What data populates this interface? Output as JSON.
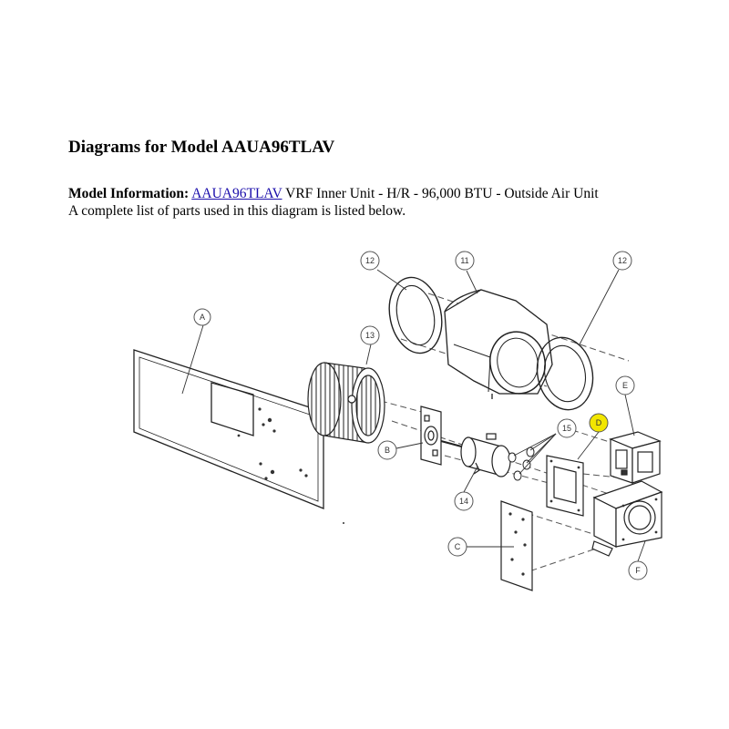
{
  "page": {
    "heading": "Diagrams for Model AAUA96TLAV",
    "model_info_label": "Model Information:",
    "model_link": "AAUA96TLAV",
    "model_description": " VRF Inner Unit - H/R - 96,000 BTU - Outside Air Unit",
    "parts_note": "A complete list of parts used in this diagram is listed below."
  },
  "diagram": {
    "callouts": {
      "a": "A",
      "b": "B",
      "c": "C",
      "d": "D",
      "e": "E",
      "f": "F",
      "p11": "11",
      "p12_left": "12",
      "p12_right": "12",
      "p13": "13",
      "p14": "14",
      "p15": "15"
    },
    "highlight_color": "#f2e600"
  }
}
